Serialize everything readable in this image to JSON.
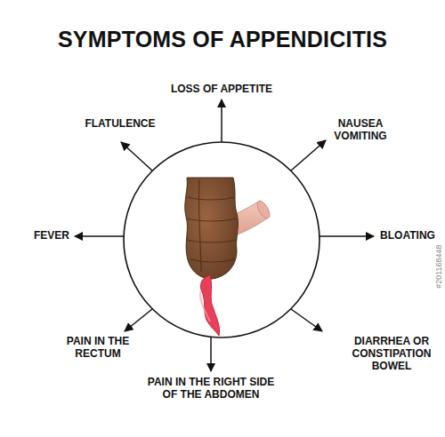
{
  "diagram": {
    "title": "SYMPTOMS OF APPENDICITIS",
    "labels": [
      "LOSS OF APPETITE",
      "FLATULENCE",
      "NAUSEA VOMITING",
      "FEVER",
      "BLOATING",
      "PAIN IN THE RECTUM",
      "PAIN IN THE RIGHT SIDE OF THE ABDOMEN",
      "DIARRHEA OR CONSTIPATION BOWEL",
      "#201168448"
    ]
  }
}
